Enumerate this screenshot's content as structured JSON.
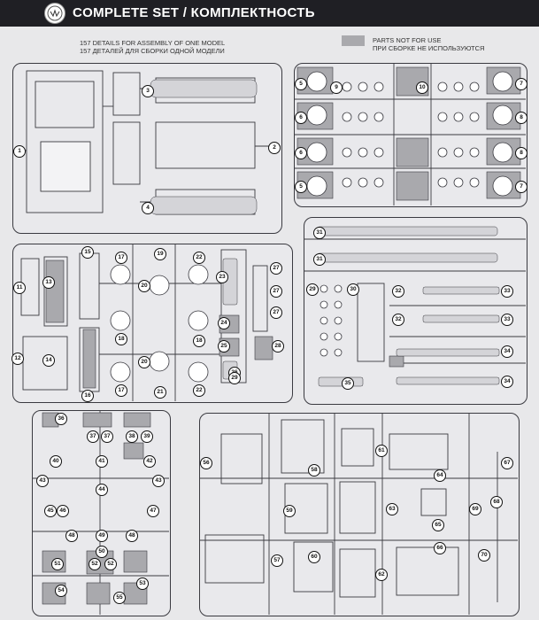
{
  "header": {
    "title": "COMPLETE SET / КОМПЛЕКТНОСТЬ",
    "logo_icon": "brand-logo-icon"
  },
  "note": {
    "line1": "157 DETAILS FOR ASSEMBLY  OF ONE MODEL",
    "line2": "157 ДЕТАЛЕЙ ДЛЯ СБОРКИ ОДНОЙ МОДЕЛИ"
  },
  "legend": {
    "line1": "PARTS NOT FOR USE",
    "line2": "ПРИ СБОРКЕ НЕ ИСПОЛЬЗУЮТСЯ",
    "swatch_color": "#a9a9ad"
  },
  "colors": {
    "background": "#e8e8ea",
    "header": "#1f1f24",
    "unused_part": "#a9a9ad",
    "line": "#3a3a40"
  },
  "callouts": {
    "p1": "1",
    "p2": "2",
    "p3": "3",
    "p4": "4",
    "p5a": "5",
    "p5b": "5",
    "p6a": "6",
    "p6b": "6",
    "p7a": "7",
    "p7b": "7",
    "p8a": "8",
    "p8b": "8",
    "p9": "9",
    "p10": "10",
    "p11": "11",
    "p12": "12",
    "p13": "13",
    "p14": "14",
    "p15": "15",
    "p16": "16",
    "p17a": "17",
    "p17b": "17",
    "p18a": "18",
    "p18b": "18",
    "p19": "19",
    "p20a": "20",
    "p20b": "20",
    "p21": "21",
    "p22a": "22",
    "p22b": "22",
    "p23": "23",
    "p24": "24",
    "p25": "25",
    "p26": "26",
    "p27a": "27",
    "p27b": "27",
    "p27c": "27",
    "p28": "28",
    "p29": "29",
    "p31a": "31",
    "p31b": "31",
    "p29b": "29",
    "p30": "30",
    "p32a": "32",
    "p32b": "32",
    "p33a": "33",
    "p33b": "33",
    "p34a": "34",
    "p34b": "34",
    "p35": "35",
    "p36": "36",
    "p37a": "37",
    "p37b": "37",
    "p38": "38",
    "p39": "39",
    "p40": "40",
    "p41": "41",
    "p42": "42",
    "p43a": "43",
    "p43b": "43",
    "p44": "44",
    "p45": "45",
    "p46": "46",
    "p47": "47",
    "p48a": "48",
    "p48b": "48",
    "p49": "49",
    "p50": "50",
    "p51": "51",
    "p52a": "52",
    "p52b": "52",
    "p53": "53",
    "p54": "54",
    "p55": "55",
    "p56": "56",
    "p57": "57",
    "p58": "58",
    "p59": "59",
    "p60": "60",
    "p61": "61",
    "p62": "62",
    "p63": "63",
    "p64": "64",
    "p65": "65",
    "p66": "66",
    "p67": "67",
    "p68": "68",
    "p69": "69",
    "p70": "70"
  }
}
